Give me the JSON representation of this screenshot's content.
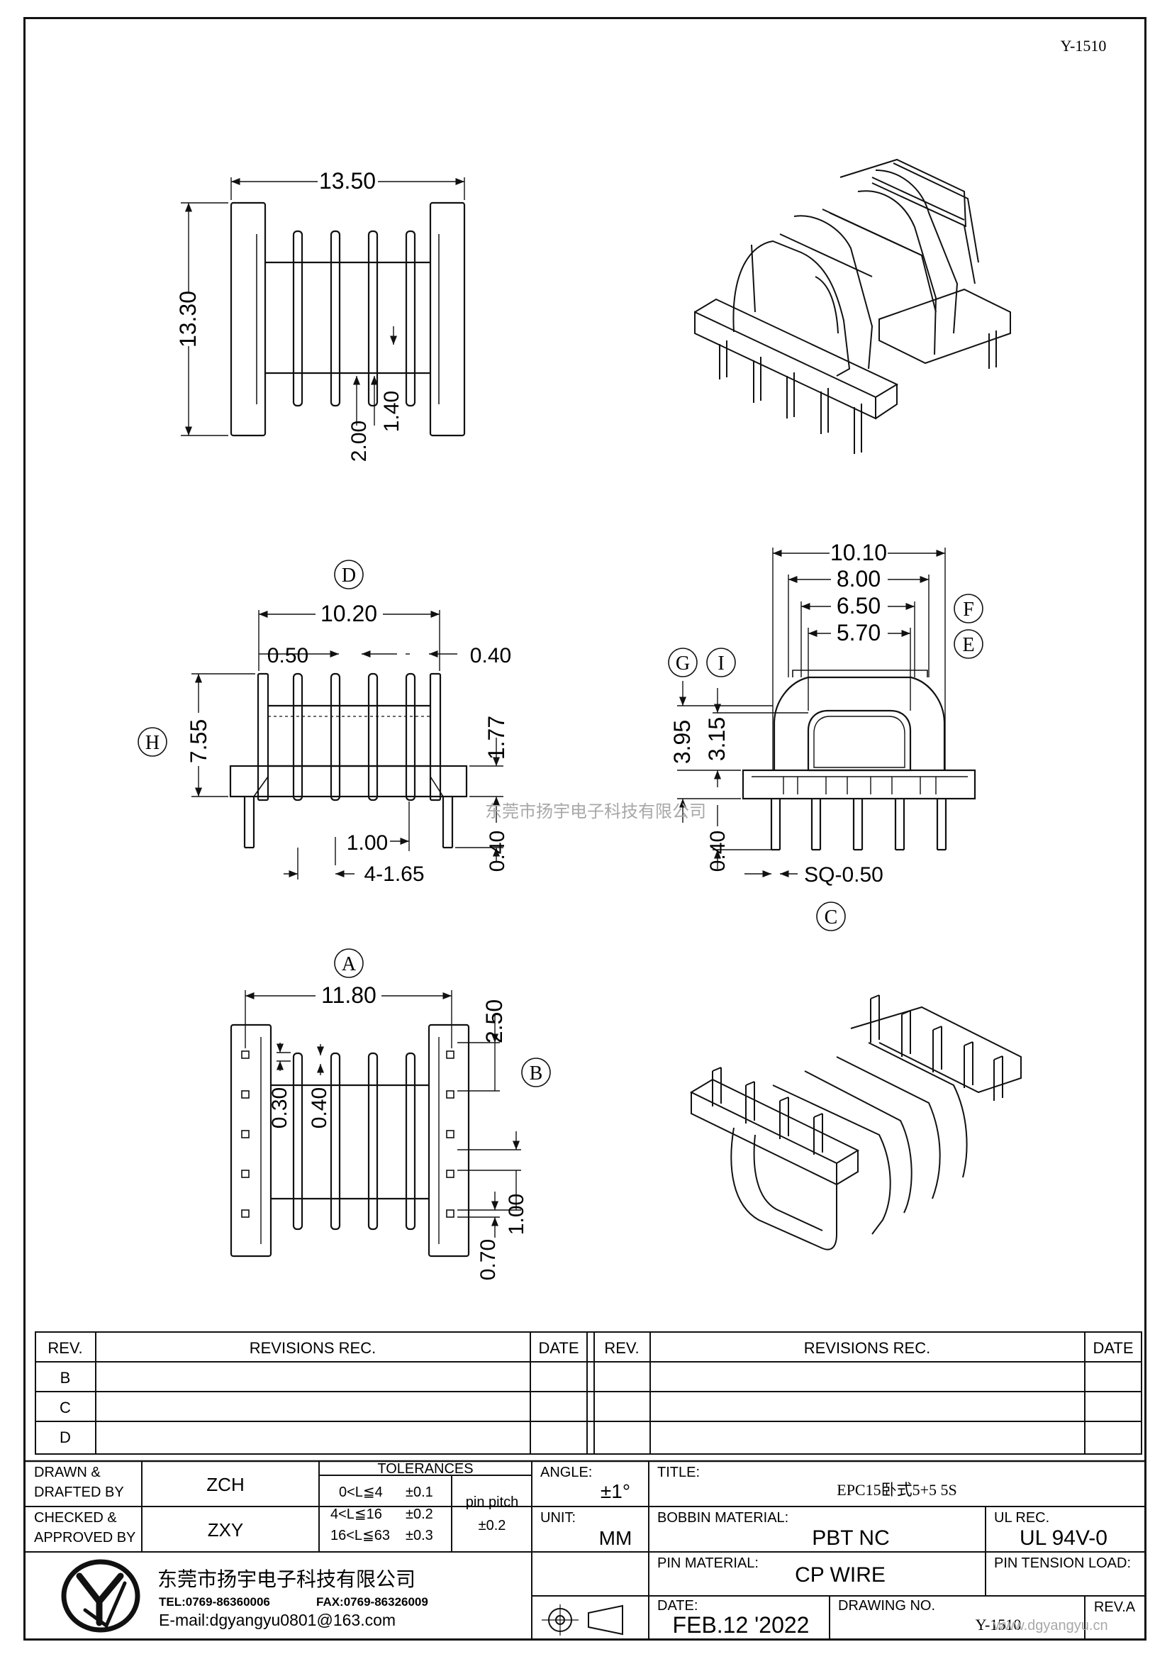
{
  "drawing_code": "Y-1510",
  "watermark": "东莞市扬宇电子科技有限公司",
  "website": "www.dgyangyu.cn",
  "top_view": {
    "width": "13.50",
    "height": "13.30",
    "dim_a": "2.00",
    "dim_b": "1.40"
  },
  "side_view": {
    "marker": "D",
    "width": "10.20",
    "left_gap": "0.50",
    "right_gap": "0.40",
    "height": "7.55",
    "height_marker": "H",
    "flange": "1.77",
    "pin_pitch": "1.00",
    "pin_span": "4-1.65",
    "pin_len": "0.40"
  },
  "front_view": {
    "w1": "10.10",
    "w2": "8.00",
    "w3": "6.50",
    "w4": "5.70",
    "marker_f": "F",
    "marker_e": "E",
    "marker_g": "G",
    "marker_i": "I",
    "h1": "3.95",
    "h2": "3.15",
    "pin_len": "0.40",
    "pin_size": "SQ-0.50",
    "marker_c": "C"
  },
  "bottom_view": {
    "marker_a": "A",
    "width": "11.80",
    "top_off": "2.50",
    "marker_b": "B",
    "dim_030": "0.30",
    "dim_040": "0.40",
    "pitch": "1.00",
    "pad": "0.70"
  },
  "revisions": {
    "rev_header": "REV.",
    "rec_header": "REVISIONS    REC.",
    "date_header": "DATE",
    "rows": [
      "B",
      "C",
      "D"
    ]
  },
  "title_block": {
    "drawn_label_1": "DRAWN &",
    "drawn_label_2": "DRAFTED BY",
    "drawn_value": "ZCH",
    "checked_label_1": "CHECKED &",
    "checked_label_2": "APPROVED BY",
    "checked_value": "ZXY",
    "tolerances_label": "TOLERANCES",
    "tol_1_range": "0<L≦4",
    "tol_1_val": "±0.1",
    "tol_2_range": "4<L≦16",
    "tol_2_val": "±0.2",
    "tol_3_range": "16<L≦63",
    "tol_3_val": "±0.3",
    "pin_pitch_label": "pin  pitch",
    "pin_pitch_val": "±0.2",
    "angle_label": "ANGLE:",
    "angle_value": "±1°",
    "unit_label": "UNIT:",
    "unit_value": "MM",
    "title_label": "TITLE:",
    "title_value": "EPC15卧式5+5 5S",
    "bobbin_label": "BOBBIN MATERIAL:",
    "bobbin_value": "PBT NC",
    "ul_label": "UL REC.",
    "ul_value": "UL 94V-0",
    "pin_mat_label": "PIN MATERIAL:",
    "pin_mat_value": "CP WIRE",
    "pin_tension_label": "PIN TENSION LOAD:",
    "company_name": "东莞市扬宇电子科技有限公司",
    "company_tel": "TEL:0769-86360006",
    "company_fax": "FAX:0769-86326009",
    "company_email": "E-mail:dgyangyu0801@163.com",
    "date_label": "DATE:",
    "date_value": "FEB.12 '2022",
    "drawing_no_label": "DRAWING NO.",
    "drawing_no_value": "Y-1510",
    "rev_a": "REV.A"
  }
}
